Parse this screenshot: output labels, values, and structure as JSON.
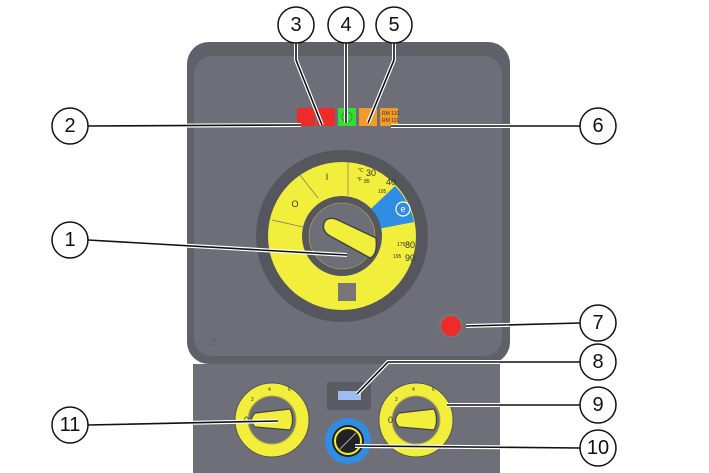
{
  "colors": {
    "panel": "#5f6068",
    "panel_inner": "#6d6e77",
    "yellow": "#f2ee3c",
    "blue": "#2f8de4",
    "red": "#ee2a2a",
    "green": "#33dd33",
    "orange": "#f39a2a"
  },
  "callouts": [
    "1",
    "2",
    "3",
    "4",
    "5",
    "6",
    "7",
    "8",
    "9",
    "10",
    "11"
  ],
  "indicators": [
    {
      "icon": "warning-light",
      "color": "red"
    },
    {
      "icon": "wrench-icon",
      "color": "red"
    },
    {
      "icon": "power-icon",
      "color": "green"
    },
    {
      "icon": "fuel-icon",
      "color": "orange"
    },
    {
      "icon": "info-icon",
      "color": "orange",
      "text": [
        "RM 110",
        "RM 111"
      ]
    }
  ],
  "main_dial": {
    "off_label": "O",
    "on_label": "I",
    "celsius": "°C",
    "fahrenheit": "°F",
    "c_low": [
      "30",
      "40"
    ],
    "f_low": [
      "85",
      "105"
    ],
    "c_high": [
      "80",
      "90"
    ],
    "f_high": [
      "175",
      "195"
    ],
    "eco_label": "e"
  },
  "small_knob_scale": [
    "0",
    "2",
    "4",
    "6"
  ]
}
